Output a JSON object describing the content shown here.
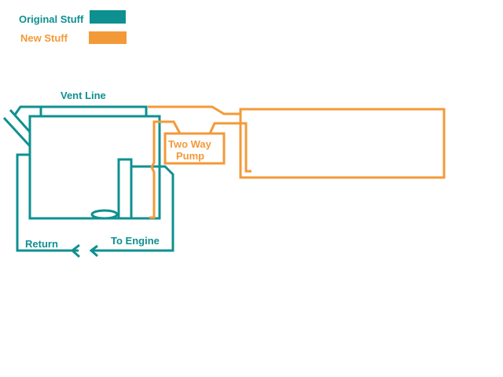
{
  "legend": {
    "items": [
      {
        "label": "Original Stuff",
        "color": "#0f9090"
      },
      {
        "label": "New Stuff",
        "color": "#f39a38"
      }
    ]
  },
  "labels": {
    "vent_line": "Vent Line",
    "pump_line1": "Two Way",
    "pump_line2": "Pump",
    "return": "Return",
    "to_engine": "To Engine"
  },
  "colors": {
    "original": "#0f9090",
    "new": "#f39a38",
    "background": "#ffffff"
  }
}
